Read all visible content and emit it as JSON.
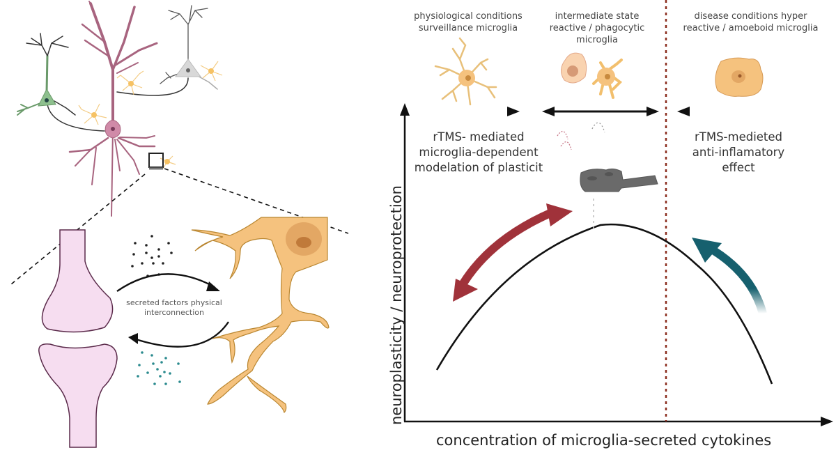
{
  "left_panel": {
    "interaction_label": "secreted factors physical interconnection"
  },
  "right_panel": {
    "states": [
      {
        "label": "physiological conditions surveillance microglia"
      },
      {
        "label": "intermediate state reactive / phagocytic microglia"
      },
      {
        "label": "disease conditions hyper reactive / amoeboid microglia"
      }
    ],
    "effects": [
      {
        "label": "rTMS- mediated microglia-dependent modelation of plasticit"
      },
      {
        "label": "rTMS-medieted anti-inflamatory effect"
      }
    ],
    "y_axis_label": "neuroplasticity / neuroprotection",
    "x_axis_label": "concentration of microglia-secreted cytokines"
  },
  "colors": {
    "neuron_pink": "#a8647f",
    "neuron_green": "#6a9a6a",
    "neuron_gray": "#c8c8c8",
    "microglia_orange": "#f5c27e",
    "synapse_pink": "#f6ddf0",
    "red_arrow": "#a0323a",
    "teal_arrow": "#16606e",
    "threshold_line": "#8b2d1e"
  }
}
